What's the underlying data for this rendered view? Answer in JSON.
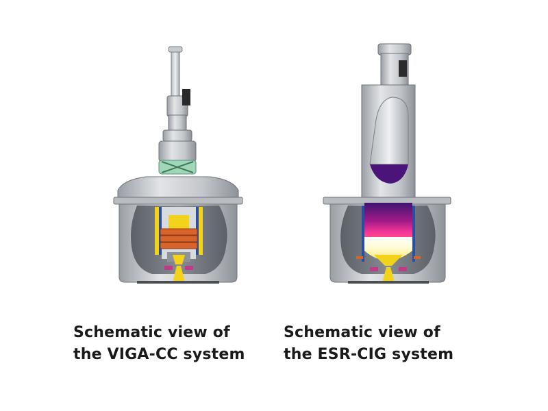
{
  "captions": {
    "viga": {
      "line1": "Schematic view of",
      "line2": "the VIGA-CC system"
    },
    "esr": {
      "line1": "Schematic view of",
      "line2": "the ESR-CIG system"
    }
  },
  "colors": {
    "housing": "#c9ccd0",
    "housing_shadow": "#8e9399",
    "inner_dark": "#6e7379",
    "melt_yellow": "#f3d21c",
    "coil_orange": "#d8642c",
    "seal_green": "#9fd8b8",
    "slag_purple": "#4a1478",
    "hot_magenta": "#d61c8c",
    "frame": "#2a2a2a"
  }
}
